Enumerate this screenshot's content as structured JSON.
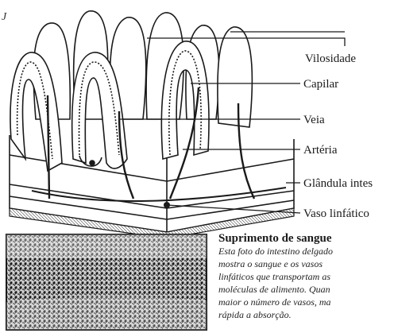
{
  "page_mark": "J",
  "labels": {
    "vilosidade": "Vilosidade",
    "capilar": "Capilar",
    "veia": "Veia",
    "arteria": "Artéria",
    "glandula": "Glândula intes",
    "vaso_linfatico": "Vaso linfático"
  },
  "caption": {
    "title": "Suprimento de sangue",
    "lines": [
      "Esta foto do intestino delgado",
      "mostra o sangue e os vasos",
      "linfáticos que transportam as",
      "moléculas de alimento. Quan",
      "maior o número de vasos, ma",
      "rápida a absorção."
    ]
  },
  "colors": {
    "ink": "#1a1a1a",
    "paper": "#ffffff"
  }
}
